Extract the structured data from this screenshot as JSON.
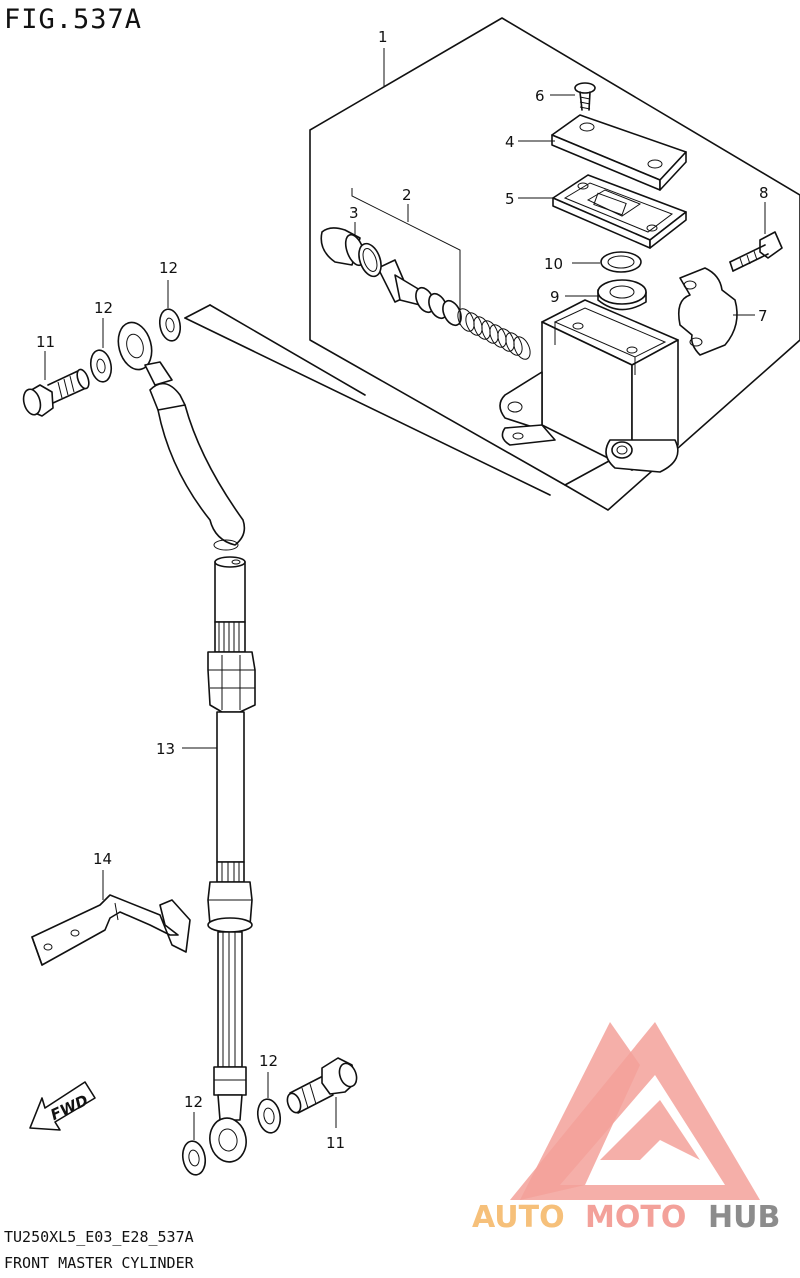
{
  "figure_title": "FIG.537A",
  "footer": {
    "model_code": "TU250XL5_E03_E28_537A",
    "description": "FRONT MASTER CYLINDER"
  },
  "callouts": {
    "c1": "1",
    "c2": "2",
    "c3": "3",
    "c4": "4",
    "c5": "5",
    "c6": "6",
    "c7": "7",
    "c8": "8",
    "c9": "9",
    "c10": "10",
    "c11a": "11",
    "c11b": "11",
    "c12a": "12",
    "c12b": "12",
    "c12c": "12",
    "c12d": "12",
    "c13": "13",
    "c14": "14"
  },
  "fwd_label": "FWD",
  "watermark": {
    "part1": "AUTO",
    "part2": "MOTO",
    "part3": "HUB",
    "color_primary": "#f3a19a",
    "color_secondary": "#f6c07a",
    "color_dark": "#8c8c8c"
  }
}
